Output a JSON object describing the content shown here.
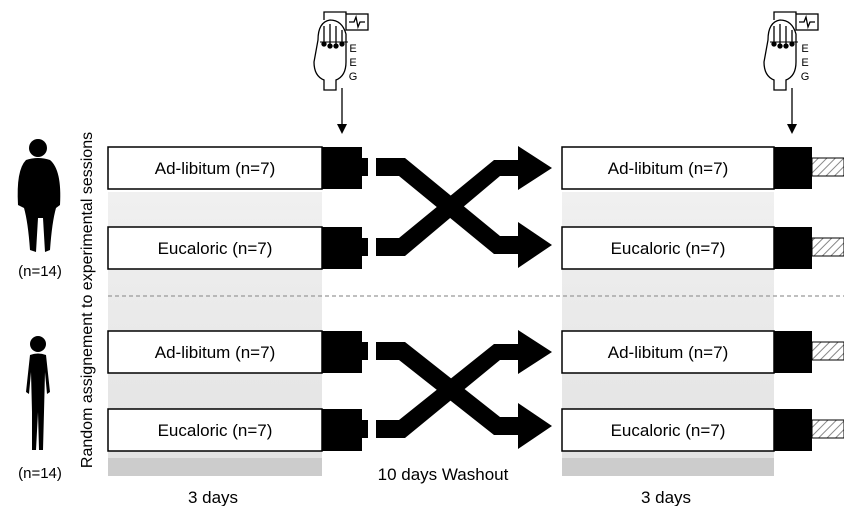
{
  "side_label": "Random assignement to experimental sessions",
  "groups": [
    {
      "count_label": "(n=14)",
      "icon": "obese-person-icon"
    },
    {
      "count_label": "(n=14)",
      "icon": "lean-person-icon"
    }
  ],
  "session1": {
    "boxes": [
      "Ad-libitum (n=7)",
      "Eucaloric (n=7)",
      "Ad-libitum (n=7)",
      "Eucaloric (n=7)"
    ],
    "duration": "3 days"
  },
  "session2": {
    "boxes": [
      "Ad-libitum (n=7)",
      "Eucaloric (n=7)",
      "Ad-libitum (n=7)",
      "Eucaloric (n=7)"
    ],
    "duration": "3 days"
  },
  "washout": "10 days Washout",
  "eeg": {
    "letters": [
      "E",
      "E",
      "G"
    ],
    "icon": "eeg-head-icon"
  },
  "colors": {
    "block": "#000000",
    "shade": "#e8e8e8",
    "divider": "#999999"
  }
}
